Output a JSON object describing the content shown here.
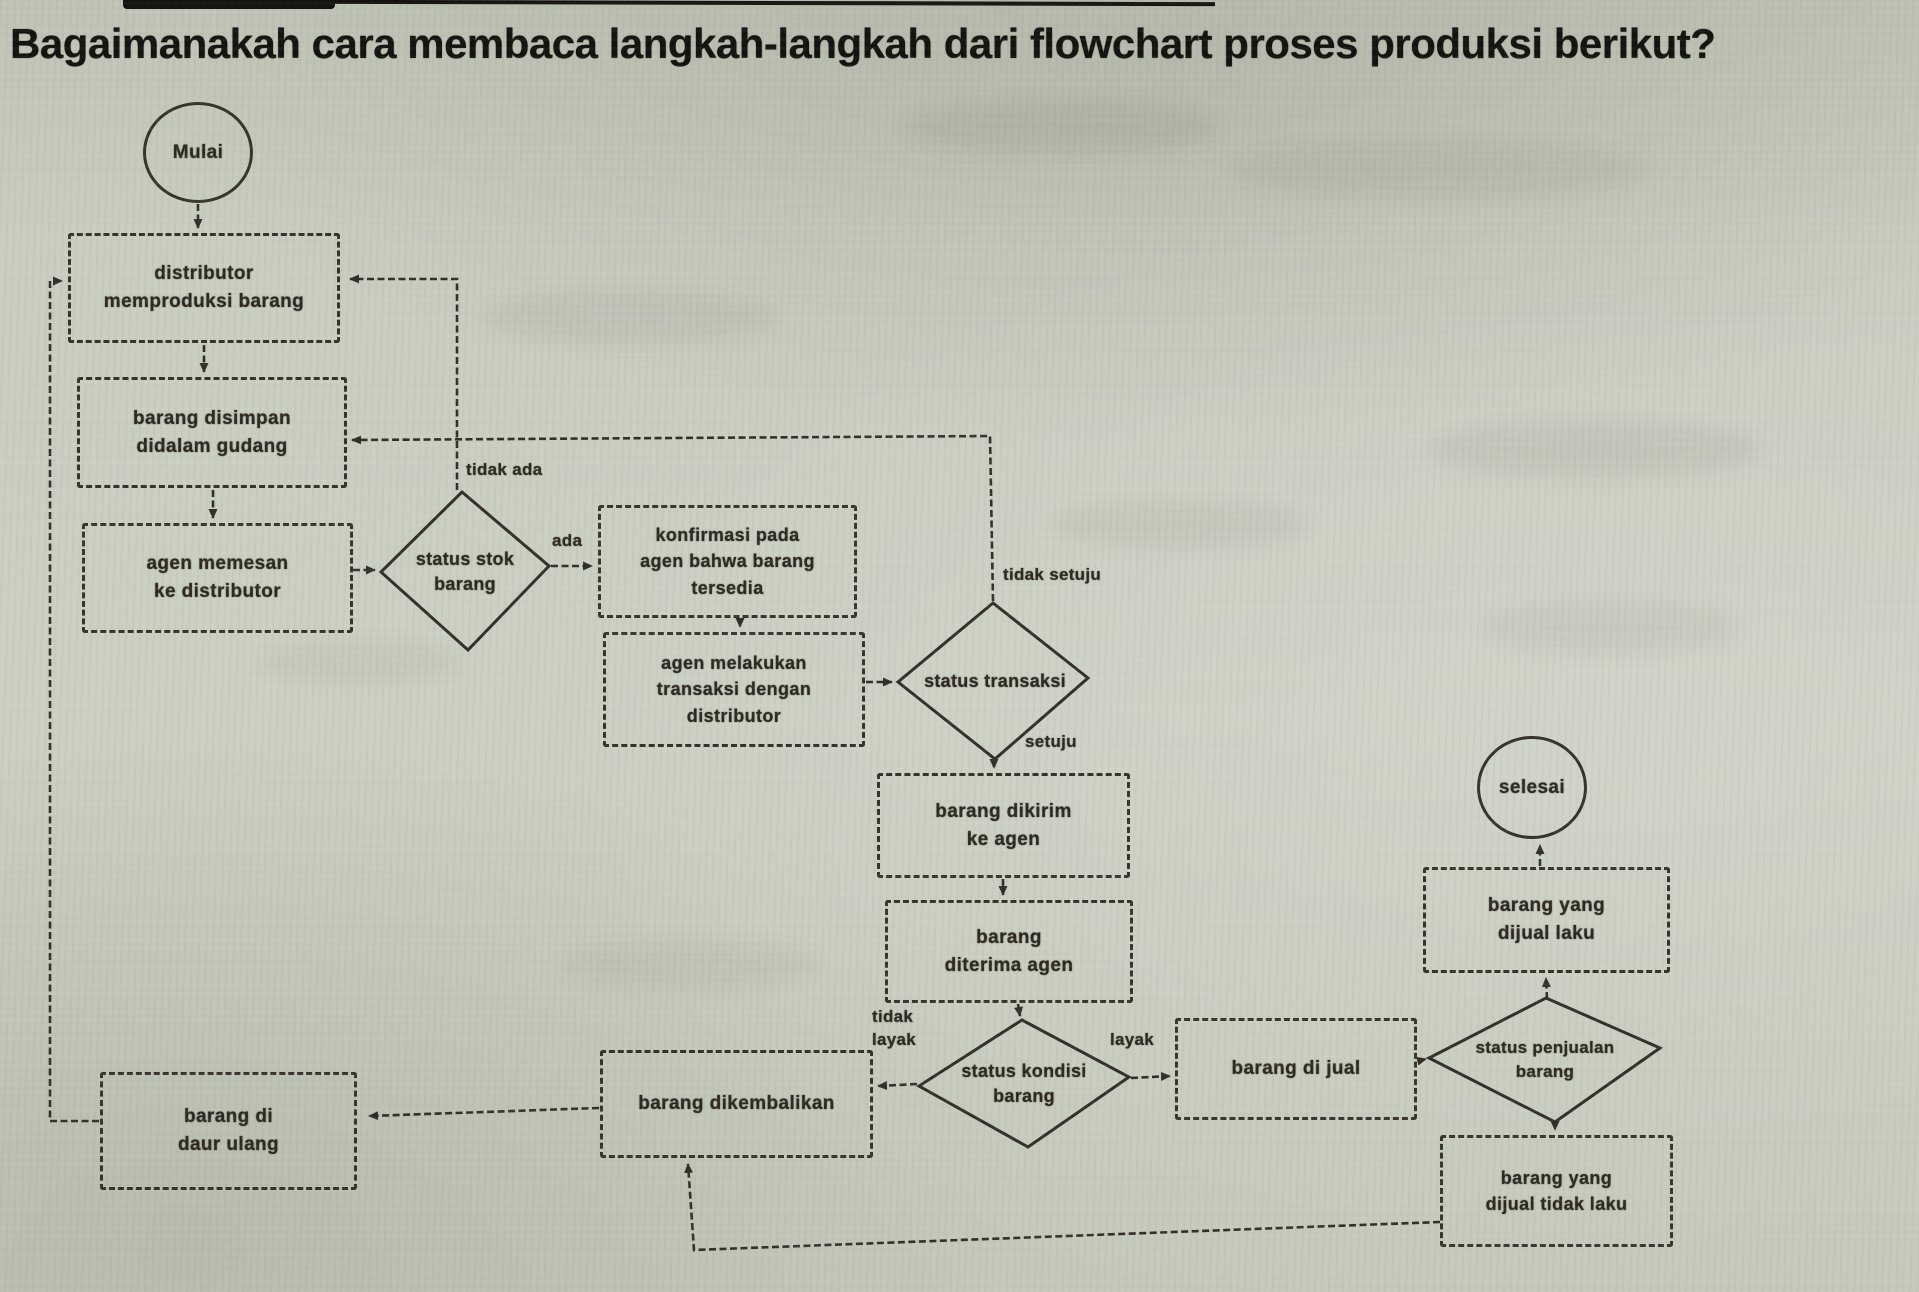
{
  "page": {
    "title": "Bagaimanakah cara membaca langkah-langkah dari flowchart proses produksi berikut?"
  },
  "colors": {
    "ink": "#33302a",
    "paper": "#c6cabc"
  },
  "flowchart": {
    "nodes": {
      "mulai": {
        "type": "terminator",
        "lines": [
          "Mulai"
        ]
      },
      "distributor": {
        "type": "process",
        "lines": [
          "distributor",
          "memproduksi barang"
        ]
      },
      "gudang": {
        "type": "process",
        "lines": [
          "barang disimpan",
          "didalam gudang"
        ]
      },
      "agen_memesan": {
        "type": "process",
        "lines": [
          "agen memesan",
          "ke distributor"
        ]
      },
      "status_stok": {
        "type": "decision",
        "lines": [
          "status stok",
          "barang"
        ]
      },
      "konfirmasi": {
        "type": "process",
        "lines": [
          "konfirmasi pada",
          "agen bahwa barang",
          "tersedia"
        ]
      },
      "transaksi_agen": {
        "type": "process",
        "lines": [
          "agen melakukan",
          "transaksi dengan",
          "distributor"
        ]
      },
      "status_transaksi": {
        "type": "decision",
        "lines": [
          "status transaksi"
        ]
      },
      "dikirim": {
        "type": "process",
        "lines": [
          "barang dikirim",
          "ke agen"
        ]
      },
      "diterima": {
        "type": "process",
        "lines": [
          "barang",
          "diterima agen"
        ]
      },
      "status_kondisi": {
        "type": "decision",
        "lines": [
          "status kondisi",
          "barang"
        ]
      },
      "dikembalikan": {
        "type": "process",
        "lines": [
          "barang dikembalikan"
        ]
      },
      "daur_ulang": {
        "type": "process",
        "lines": [
          "barang di",
          "daur ulang"
        ]
      },
      "dijual": {
        "type": "process",
        "lines": [
          "barang di jual"
        ]
      },
      "status_penjualan": {
        "type": "decision",
        "lines": [
          "status penjualan",
          "barang"
        ]
      },
      "laku": {
        "type": "process",
        "lines": [
          "barang yang",
          "dijual laku"
        ]
      },
      "selesai": {
        "type": "terminator",
        "lines": [
          "selesai"
        ]
      },
      "tidak_laku": {
        "type": "process",
        "lines": [
          "barang yang",
          "dijual tidak laku"
        ]
      }
    },
    "edge_labels": {
      "tidak_ada": "tidak ada",
      "ada": "ada",
      "tidak_setuju": "tidak setuju",
      "setuju": "setuju",
      "tidak_layak": "tidak layak",
      "layak": "layak"
    }
  }
}
